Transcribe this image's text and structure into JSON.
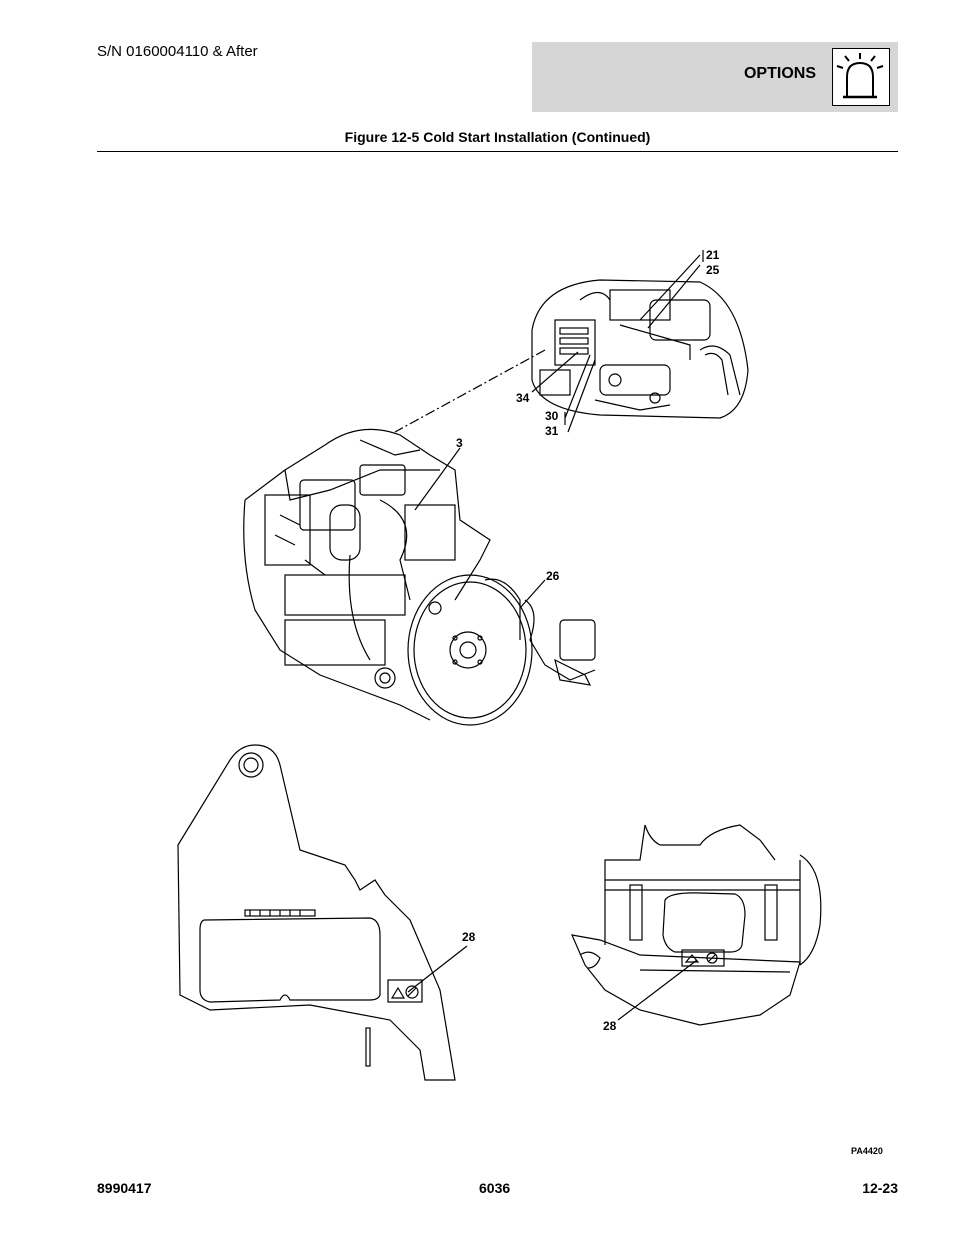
{
  "header": {
    "serial": "S/N 0160004110 & After",
    "section": "OPTIONS",
    "section_icon": "beacon-light-icon"
  },
  "figure": {
    "title": "Figure 12-5 Cold Start Installation (Continued)",
    "callouts": {
      "c21": "21",
      "c25": "25",
      "c34": "34",
      "c30": "30",
      "c31": "31",
      "c3": "3",
      "c26": "26",
      "c28a": "28",
      "c28b": "28"
    },
    "art_code": "PA4420"
  },
  "footer": {
    "doc_number": "8990417",
    "model": "6036",
    "page": "12-23"
  }
}
